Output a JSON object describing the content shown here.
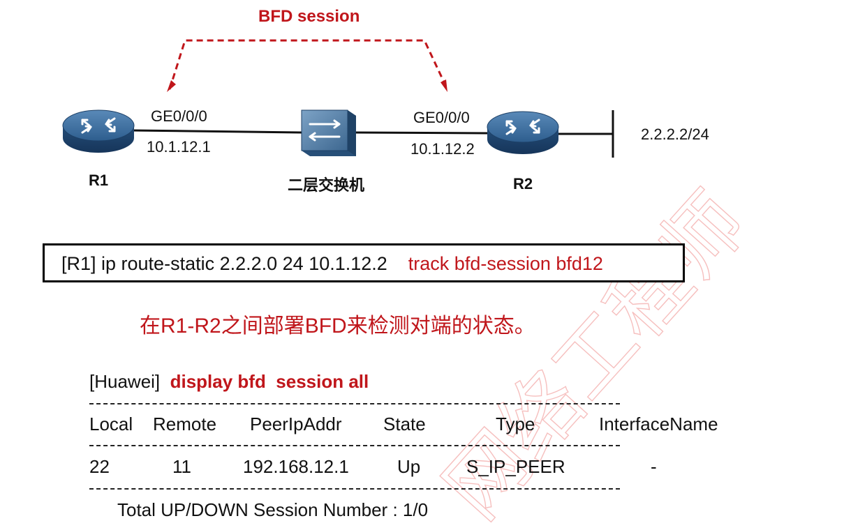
{
  "diagram": {
    "bfd_label": "BFD session",
    "r1": {
      "name": "R1",
      "interface": "GE0/0/0",
      "ip": "10.1.12.1"
    },
    "switch": {
      "name": "二层交换机"
    },
    "r2": {
      "name": "R2",
      "interface": "GE0/0/0",
      "ip": "10.1.12.2"
    },
    "network": "2.2.2.2/24"
  },
  "command": {
    "prefix": "[R1] ip route-static 2.2.2.0 24 10.1.12.2",
    "suffix": "track bfd-session bfd12"
  },
  "note": "在R1-R2之间部署BFD来检测对端的状态。",
  "cli": {
    "prompt": "[Huawei]",
    "command": "display bfd  session all",
    "headers": [
      "Local",
      "Remote",
      "PeerIpAddr",
      "State",
      "Type",
      "InterfaceName"
    ],
    "row": [
      "22",
      "11",
      "192.168.12.1",
      "Up",
      "S_IP_PEER",
      "-"
    ],
    "total": "Total UP/DOWN Session Number : 1/0"
  },
  "watermark": {
    "text": "网络工程师",
    "color": "#e8423f"
  }
}
